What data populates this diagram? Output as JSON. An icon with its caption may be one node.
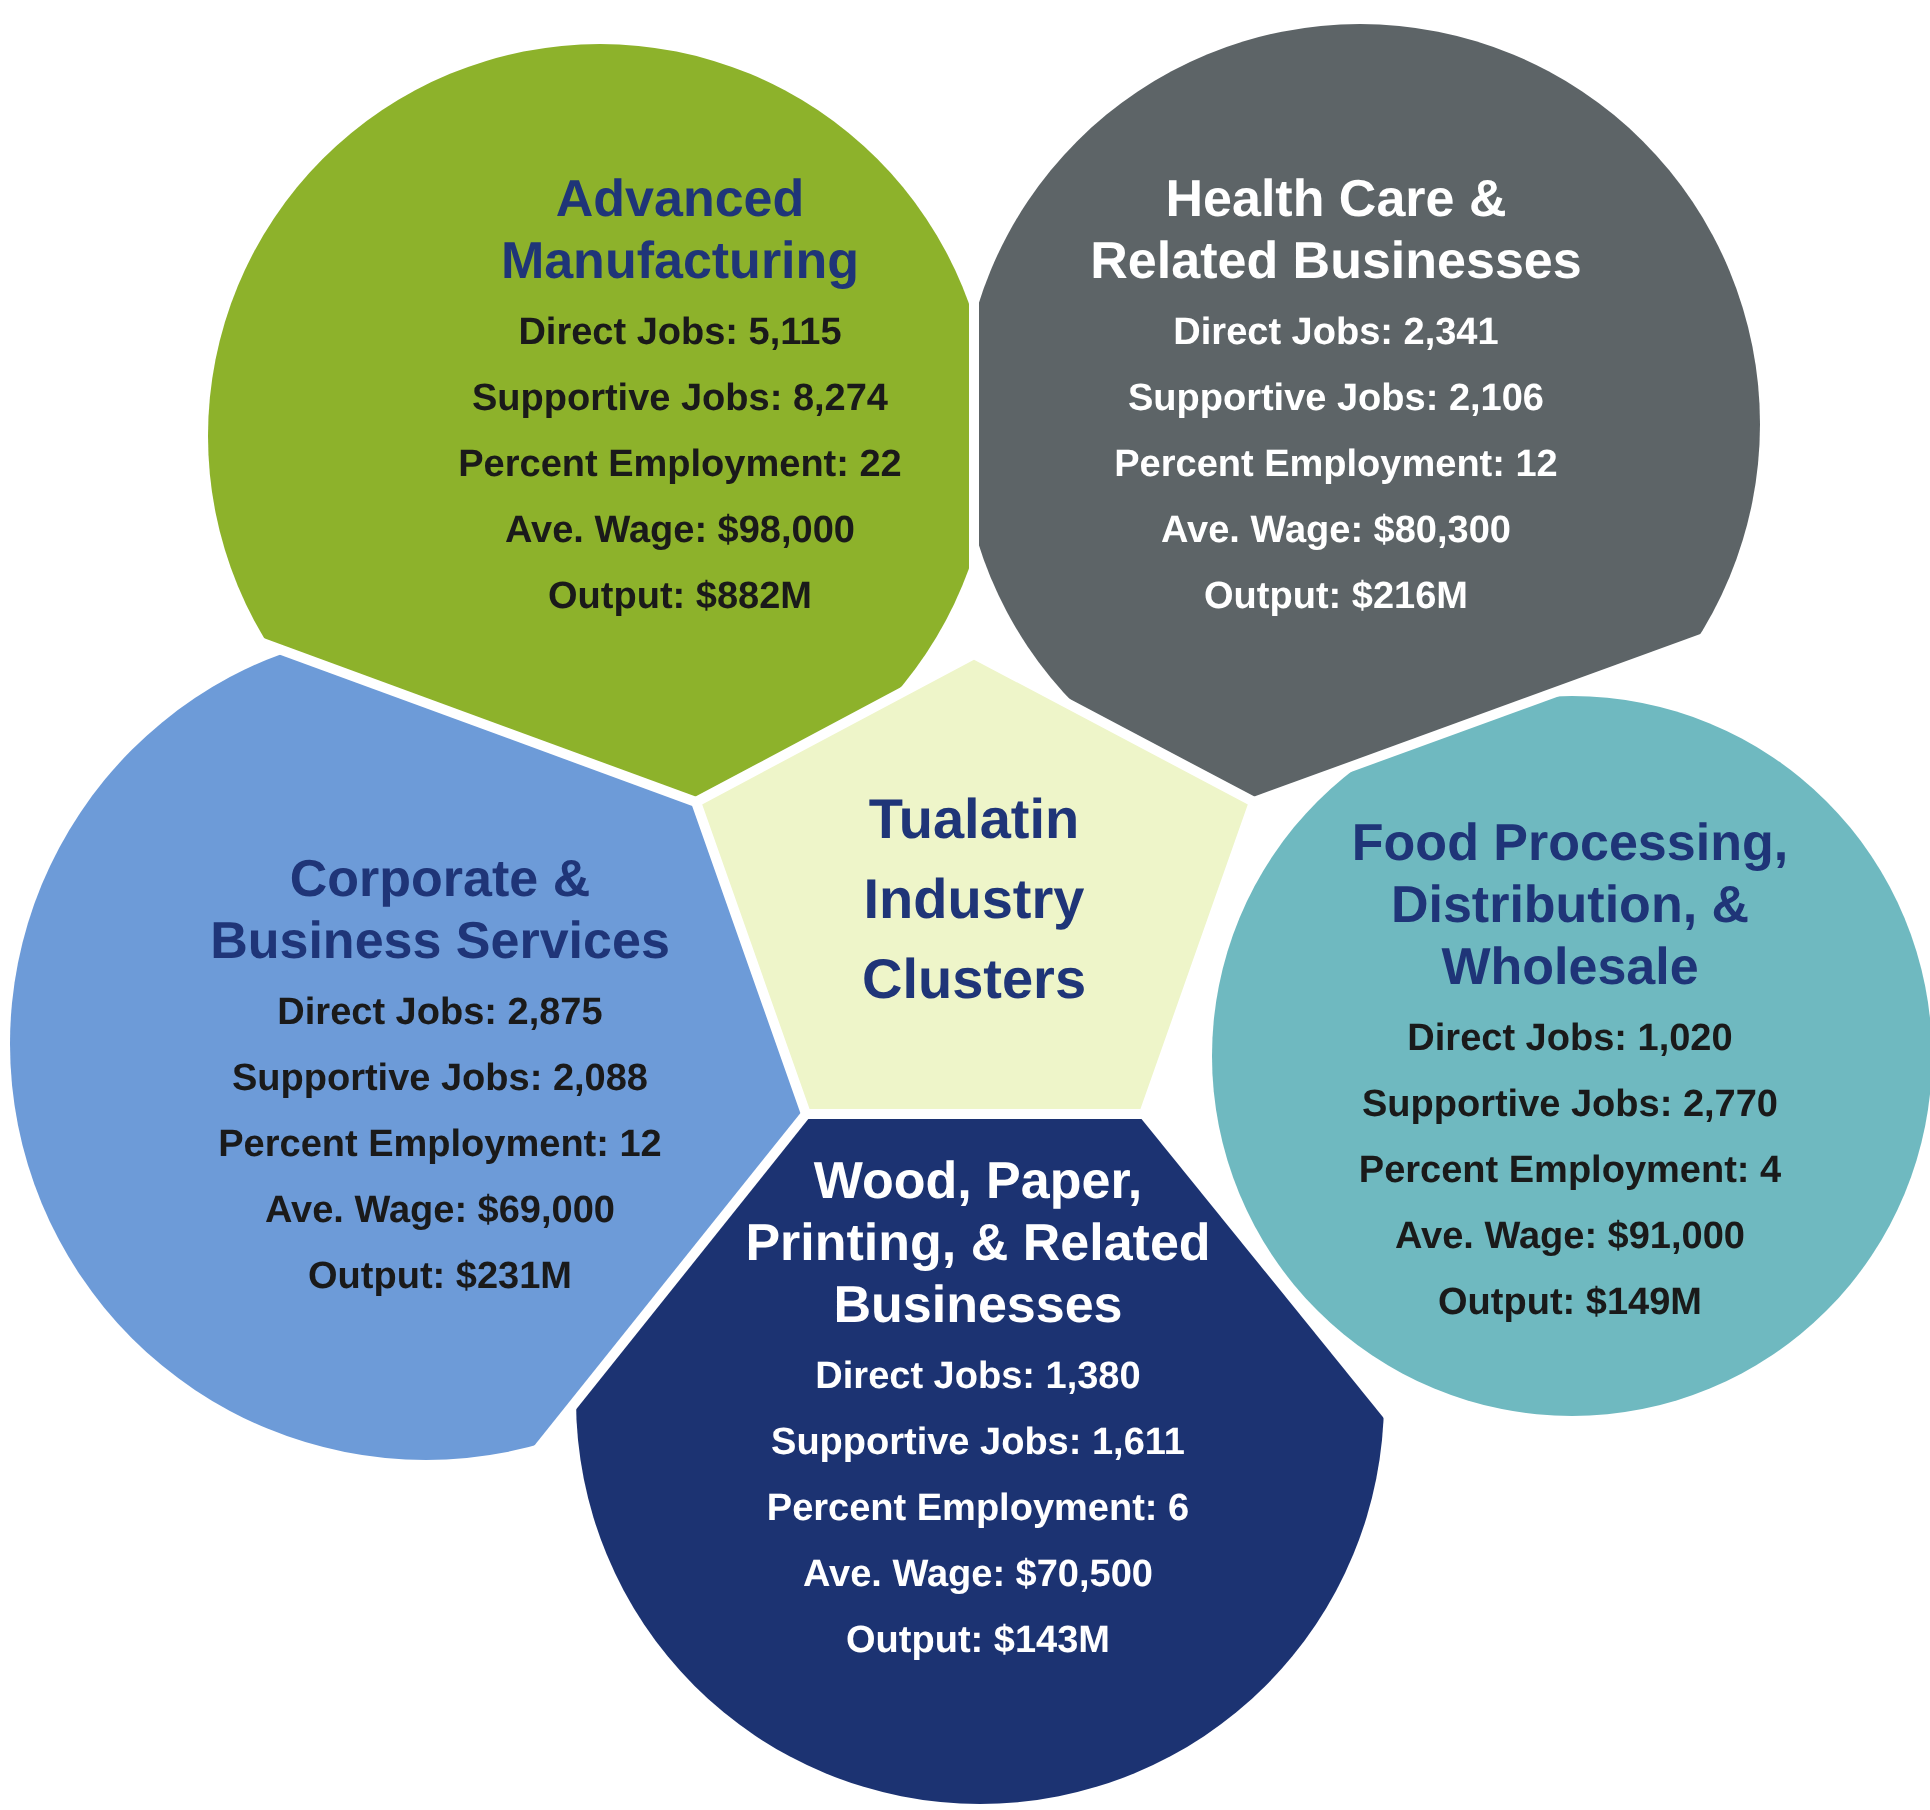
{
  "diagram": {
    "nodes": [
      {
        "text": [
          "Advanced Manufacturing",
          "Direct Jobs: 5,115",
          "Supportive Jobs: 8,274",
          "Percent Employment: 22",
          "Ave. Wage: $98,000",
          "Output: $882M"
        ]
      },
      {
        "text": [
          "Health Care & Related Businesses",
          "Direct Jobs: 2,341",
          "Supportive Jobs: 2,106",
          "Percent Employment: 12",
          "Ave. Wage: $80,300",
          "Output: $216M"
        ]
      },
      {
        "text": [
          "Tualatin Industry Clusters"
        ]
      },
      {
        "text": [
          "Corporate & Business Services",
          "Direct Jobs: 2,875",
          "Supportive Jobs: 2,088",
          "Percent Employment: 12",
          "Ave. Wage: $69,000",
          "Output: $231M"
        ]
      },
      {
        "text": [
          "Food Processing, Distribution, & Wholesale",
          "Direct Jobs: 1,020",
          "Supportive Jobs: 2,770",
          "Percent Employment: 4",
          "Ave. Wage: $91,000",
          "Output: $149M"
        ]
      },
      {
        "text": [
          "Wood, Paper, Printing, & Related Businesses",
          "Direct Jobs: 1,380",
          "Supportive Jobs: 1,611",
          "Percent Employment: 6",
          "Ave. Wage: $70,500",
          "Output: $143M"
        ]
      }
    ]
  }
}
